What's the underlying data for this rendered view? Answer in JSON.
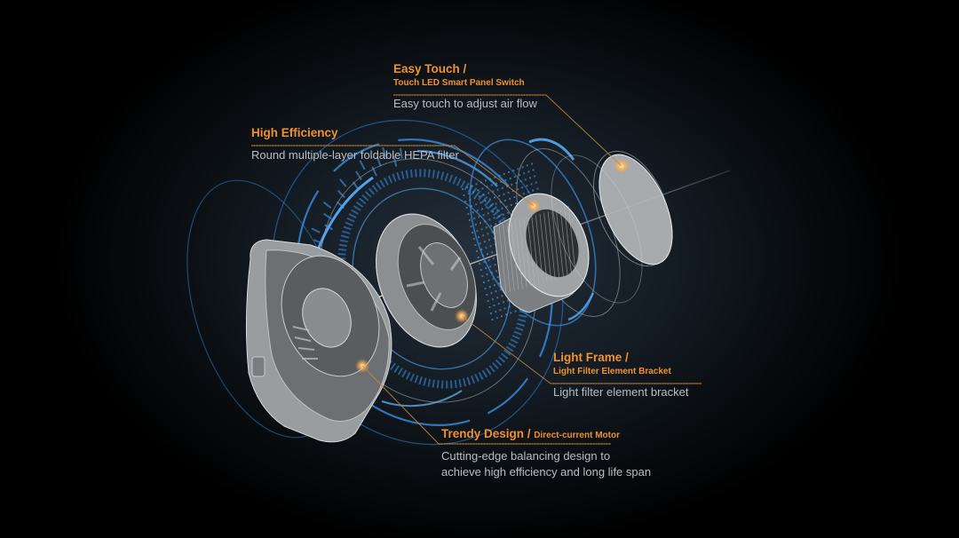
{
  "callouts": {
    "easy_touch": {
      "title": "Easy Touch /",
      "subtitle": "Touch LED Smart Panel Switch",
      "description": "Easy touch to adjust air flow"
    },
    "high_efficiency": {
      "title": "High Efficiency",
      "description": "Round multiple-layer foldable HEPA filter"
    },
    "light_frame": {
      "title": "Light Frame /",
      "subtitle": "Light Filter Element Bracket",
      "description": "Light filter element bracket"
    },
    "trendy_design": {
      "title": "Trendy Design / ",
      "subtitle": "Direct-current Motor",
      "description_line1": "Cutting-edge balancing design to",
      "description_line2": "achieve high efficiency and long life span"
    }
  },
  "colors": {
    "accent": "#f0912e",
    "description_text": "#b9bec4",
    "hud_blue": "#3a8fe0",
    "part_gray": "#8a8d90",
    "background": "#000000"
  }
}
